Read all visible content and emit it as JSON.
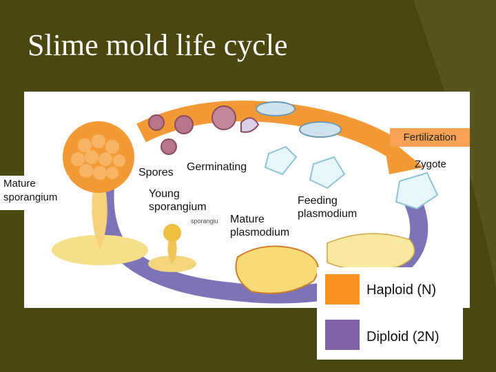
{
  "slide": {
    "title": "Slime mold life cycle"
  },
  "labels": {
    "fertilization": "Fertilization",
    "zygote": "Zygote",
    "mature_sporangium": "Mature sporangium",
    "spores": "Spores",
    "germinating": "Germinating",
    "young_sporangium": "Young sporangium",
    "feeding_plasmodium": "Feeding plasmodium",
    "mature_plasmodium": "Mature plasmodium",
    "sporangium_small": "sporangiu"
  },
  "legend": {
    "items": [
      {
        "label": "Haploid (N)",
        "color": "#f7931e"
      },
      {
        "label": "Diploid (2N)",
        "color": "#8062a6"
      }
    ]
  },
  "colors": {
    "background": "#4b4710",
    "haploid_arrow": "#f39a36",
    "diploid_arrow": "#7d74b8"
  }
}
